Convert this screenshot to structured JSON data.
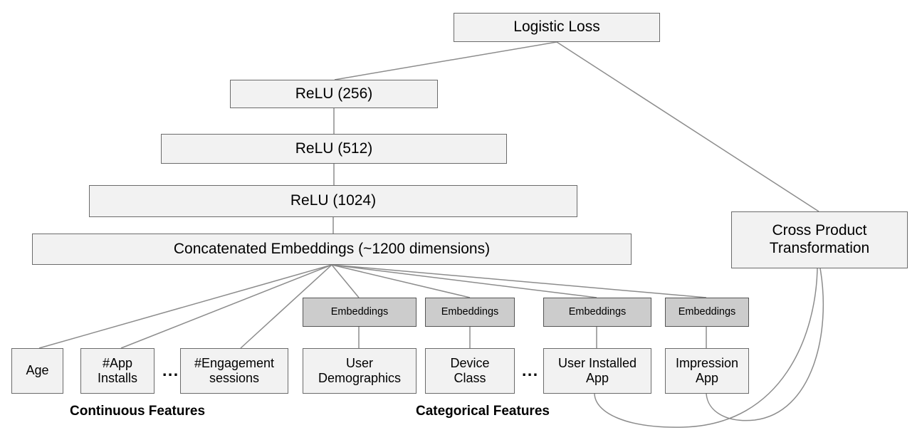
{
  "diagram": {
    "title_nodes": {
      "logistic_loss": "Logistic Loss",
      "relu_256": "ReLU (256)",
      "relu_512": "ReLU (512)",
      "relu_1024": "ReLU (1024)",
      "concat": "Concatenated Embeddings (~1200 dimensions)",
      "cross_product": "Cross Product\nTransformation"
    },
    "embedding_label": "Embeddings",
    "embeddings": [
      {
        "label": "Embeddings"
      },
      {
        "label": "Embeddings"
      },
      {
        "label": "Embeddings"
      },
      {
        "label": "Embeddings"
      }
    ],
    "continuous_features": [
      {
        "label": "Age"
      },
      {
        "label": "#App\nInstalls"
      },
      {
        "label": "#Engagement\nsessions"
      }
    ],
    "categorical_features": [
      {
        "label": "User\nDemographics"
      },
      {
        "label": "Device\nClass"
      },
      {
        "label": "User Installed\nApp"
      },
      {
        "label": "Impression\nApp"
      }
    ],
    "group_labels": {
      "continuous": "Continuous Features",
      "categorical": "Categorical Features"
    },
    "ellipses": {
      "continuous": "...",
      "categorical": "..."
    },
    "colors": {
      "node_fill": "#f2f2f2",
      "node_border": "#6b6b6b",
      "embedding_fill": "#cccccc",
      "embedding_border": "#555555",
      "edge": "#8c8c8c",
      "text": "#000000",
      "background": "#ffffff"
    }
  }
}
